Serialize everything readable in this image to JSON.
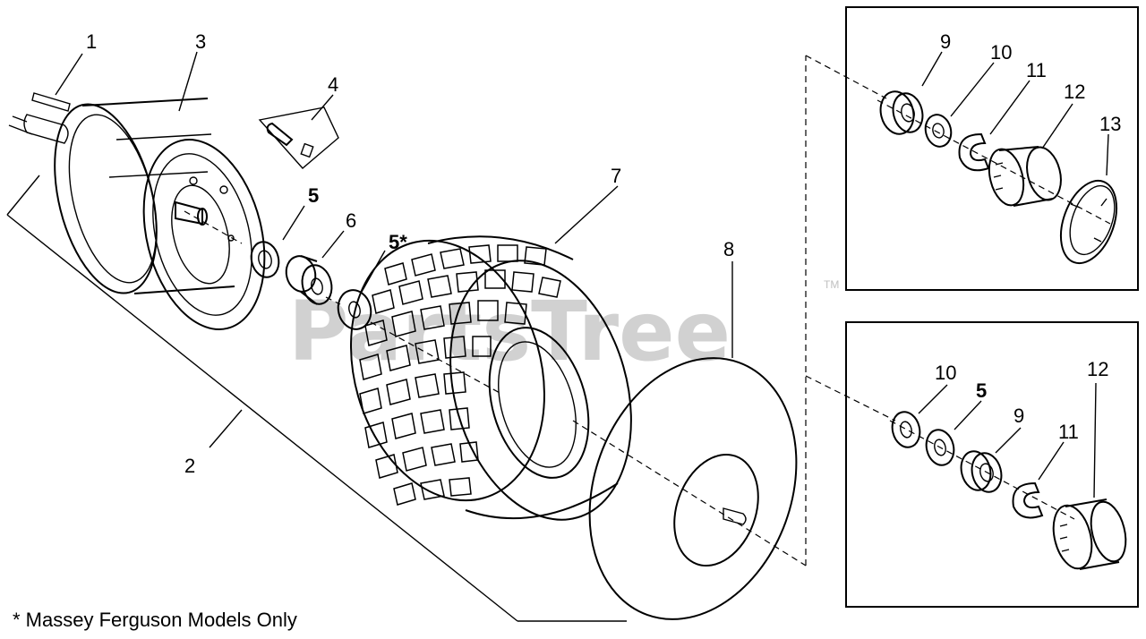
{
  "watermark": {
    "text": "PartsTree",
    "trademark": "TM"
  },
  "footnote": "* Massey Ferguson Models Only",
  "main_callouts": {
    "c1": "1",
    "c2": "2",
    "c3": "3",
    "c4": "4",
    "c5": "5",
    "c6": "6",
    "c5star": "5*",
    "c7": "7",
    "c8": "8"
  },
  "inset_top_callouts": {
    "c9": "9",
    "c10": "10",
    "c11": "11",
    "c12": "12",
    "c13": "13"
  },
  "inset_bottom_callouts": {
    "c10": "10",
    "c5": "5",
    "c9": "9",
    "c11": "11",
    "c12": "12"
  },
  "colors": {
    "line": "#000000",
    "background": "#ffffff",
    "watermark": "#c9c9c9"
  }
}
